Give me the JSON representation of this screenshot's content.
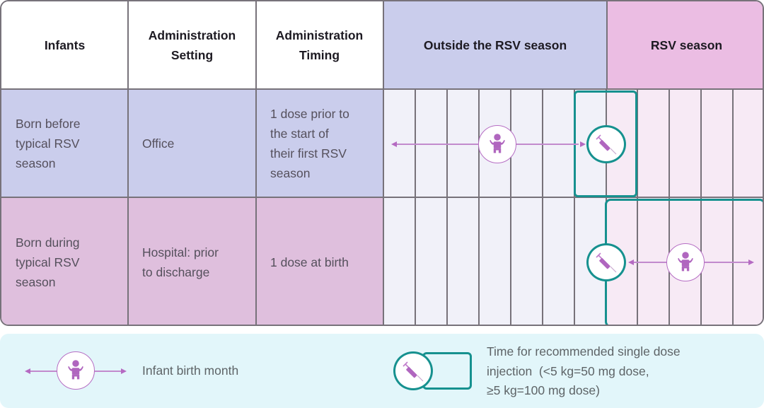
{
  "table": {
    "headers": {
      "infants": "Infants",
      "setting": [
        "Administration",
        "Setting"
      ],
      "timing": [
        "Administration",
        "Timing"
      ],
      "outside_season": "Outside the RSV season",
      "rsv_season": "RSV season"
    },
    "rows": [
      {
        "infants": [
          "Born before",
          "typical RSV",
          "season"
        ],
        "setting": [
          "Office"
        ],
        "timing": [
          "1 dose prior to",
          "the start of",
          "their first RSV",
          "season"
        ],
        "row_color": "#cacdec"
      },
      {
        "infants": [
          "Born during",
          "typical RSV",
          "season"
        ],
        "setting": [
          "Hospital: prior",
          "to discharge"
        ],
        "timing": [
          "1 dose at birth"
        ],
        "row_color": "#dfbfdd"
      }
    ],
    "months_outside_season": 7,
    "months_rsv_season": 5
  },
  "legend": {
    "infant_birth_month": "Infant birth month",
    "dose_time": [
      "Time for recommended single dose",
      "injection  (<5 kg=50 mg dose,",
      "≥5 kg=100 mg dose)"
    ]
  },
  "icons": {
    "baby": "baby-icon",
    "syringe": "syringe-icon",
    "arrow": "double-arrow-icon"
  },
  "colors": {
    "outside_header": "#cacdec",
    "season_header": "#ebbde3",
    "outside_cells": "#f1f1f9",
    "season_cells": "#f7eaf5",
    "teal": "#16918f",
    "purple": "#b066bf",
    "legend_bg": "#e2f6fa",
    "grid": "#77727a"
  }
}
